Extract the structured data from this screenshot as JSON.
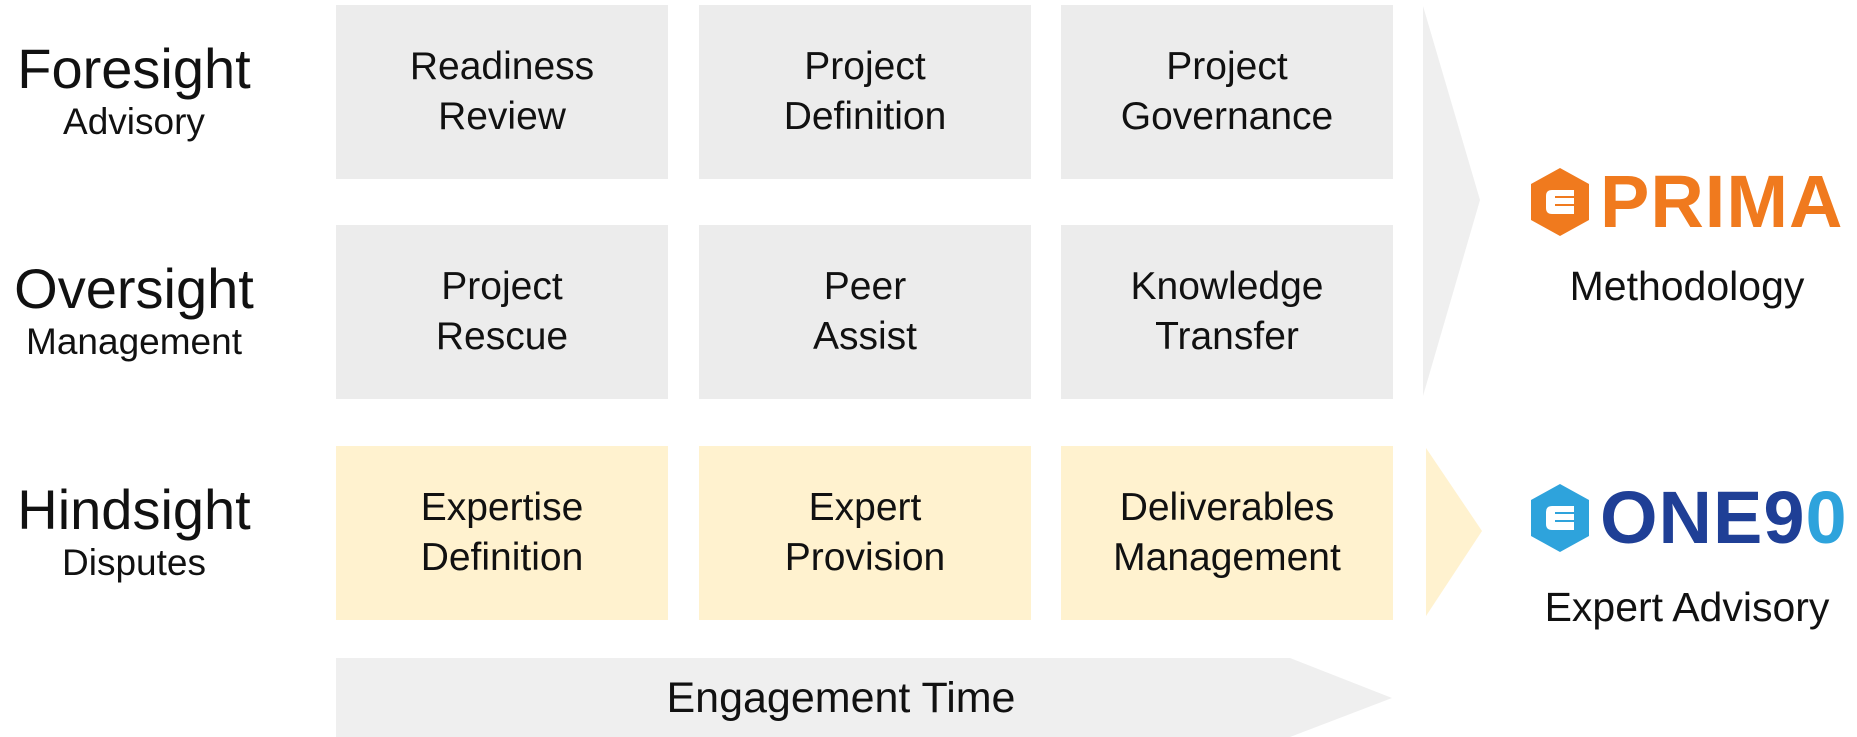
{
  "rows": [
    {
      "main": "Foresight",
      "sub": "Advisory"
    },
    {
      "main": "Oversight",
      "sub": "Management"
    },
    {
      "main": "Hindsight",
      "sub": "Disputes"
    }
  ],
  "cells": [
    [
      {
        "l1": "Readiness",
        "l2": "Review"
      },
      {
        "l1": "Project",
        "l2": "Definition"
      },
      {
        "l1": "Project",
        "l2": "Governance"
      }
    ],
    [
      {
        "l1": "Project",
        "l2": "Rescue"
      },
      {
        "l1": "Peer",
        "l2": "Assist"
      },
      {
        "l1": "Knowledge",
        "l2": "Transfer"
      }
    ],
    [
      {
        "l1": "Expertise",
        "l2": "Definition"
      },
      {
        "l1": "Expert",
        "l2": "Provision"
      },
      {
        "l1": "Deliverables",
        "l2": "Management"
      }
    ]
  ],
  "axis": {
    "label": "Engagement Time"
  },
  "brands": {
    "prima": {
      "logo_text": "PRIMA",
      "caption": "Methodology",
      "color": "#f07a1e",
      "icon": "e-hexagon-icon"
    },
    "one90": {
      "logo_text": "ONE90",
      "logo_text_main": "ONE9",
      "logo_text_accent": "0",
      "caption": "Expert Advisory",
      "color": "#1f3f96",
      "accent_color": "#2ea3dc",
      "icon": "e-hexagon-icon"
    }
  },
  "colors": {
    "grey_cell": "#ececec",
    "yellow_cell": "#fff2cf",
    "arrow_grey": "#efefef",
    "arrow_yellow": "#fff2cf"
  }
}
